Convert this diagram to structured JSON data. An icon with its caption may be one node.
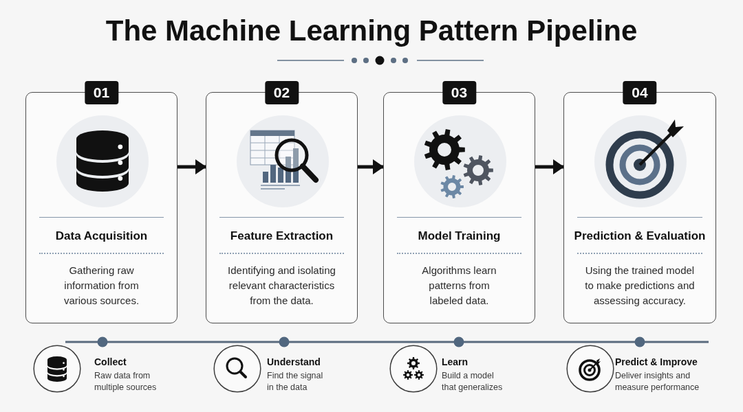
{
  "diagram": {
    "title": "The Machine Learning Pattern Pipeline",
    "nodes": [
      {
        "text": [
          "01",
          "Data Acquisition",
          "Gathering raw information from various sources."
        ]
      },
      {
        "text": [
          "02",
          "Feature Extraction",
          "Identifying and isolating relevant characteristics from the data."
        ]
      },
      {
        "text": [
          "03",
          "Model Training",
          "Algorithms learn patterns from labeled data."
        ]
      },
      {
        "text": [
          "04",
          "Prediction & Evaluation",
          "Using the trained model to make predictions and assessing accuracy."
        ]
      }
    ],
    "edges": [
      {
        "from": 0,
        "to": 1,
        "arrow": "to"
      },
      {
        "from": 1,
        "to": 2,
        "arrow": "to"
      },
      {
        "from": 2,
        "to": 3,
        "arrow": "to"
      }
    ],
    "labels": [
      "Collect",
      "Raw data from multiple sources",
      "Understand",
      "Find the signal in the data",
      "Learn",
      "Build a model that generalizes",
      "Predict & Improve",
      "Deliver insights and measure performance"
    ]
  }
}
